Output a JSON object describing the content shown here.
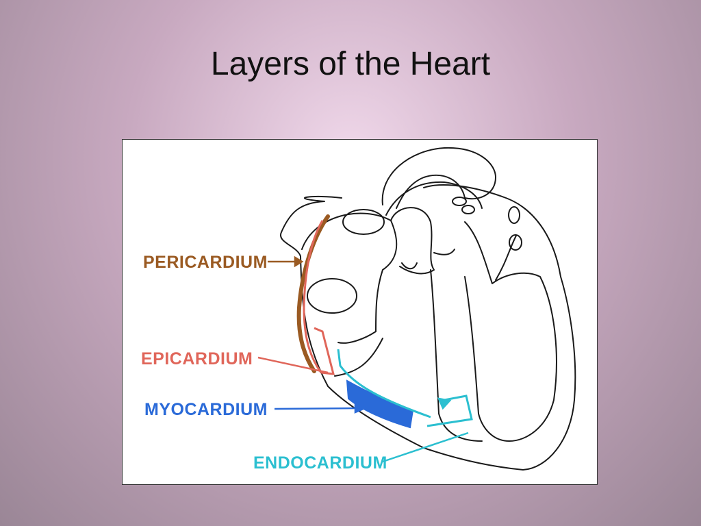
{
  "slide": {
    "title": "Layers of the Heart"
  },
  "diagram": {
    "labels": {
      "pericardium": "PERICARDIUM",
      "epicardium": "EPICARDIUM",
      "myocardium": "MYOCARDIUM",
      "endocardium": "ENDOCARDIUM"
    },
    "colors": {
      "pericardium": "#9a5a22",
      "epicardium": "#e0665a",
      "myocardium": "#2a6ad8",
      "endocardium": "#2bbfd0",
      "outline": "#1a1a1a"
    }
  }
}
